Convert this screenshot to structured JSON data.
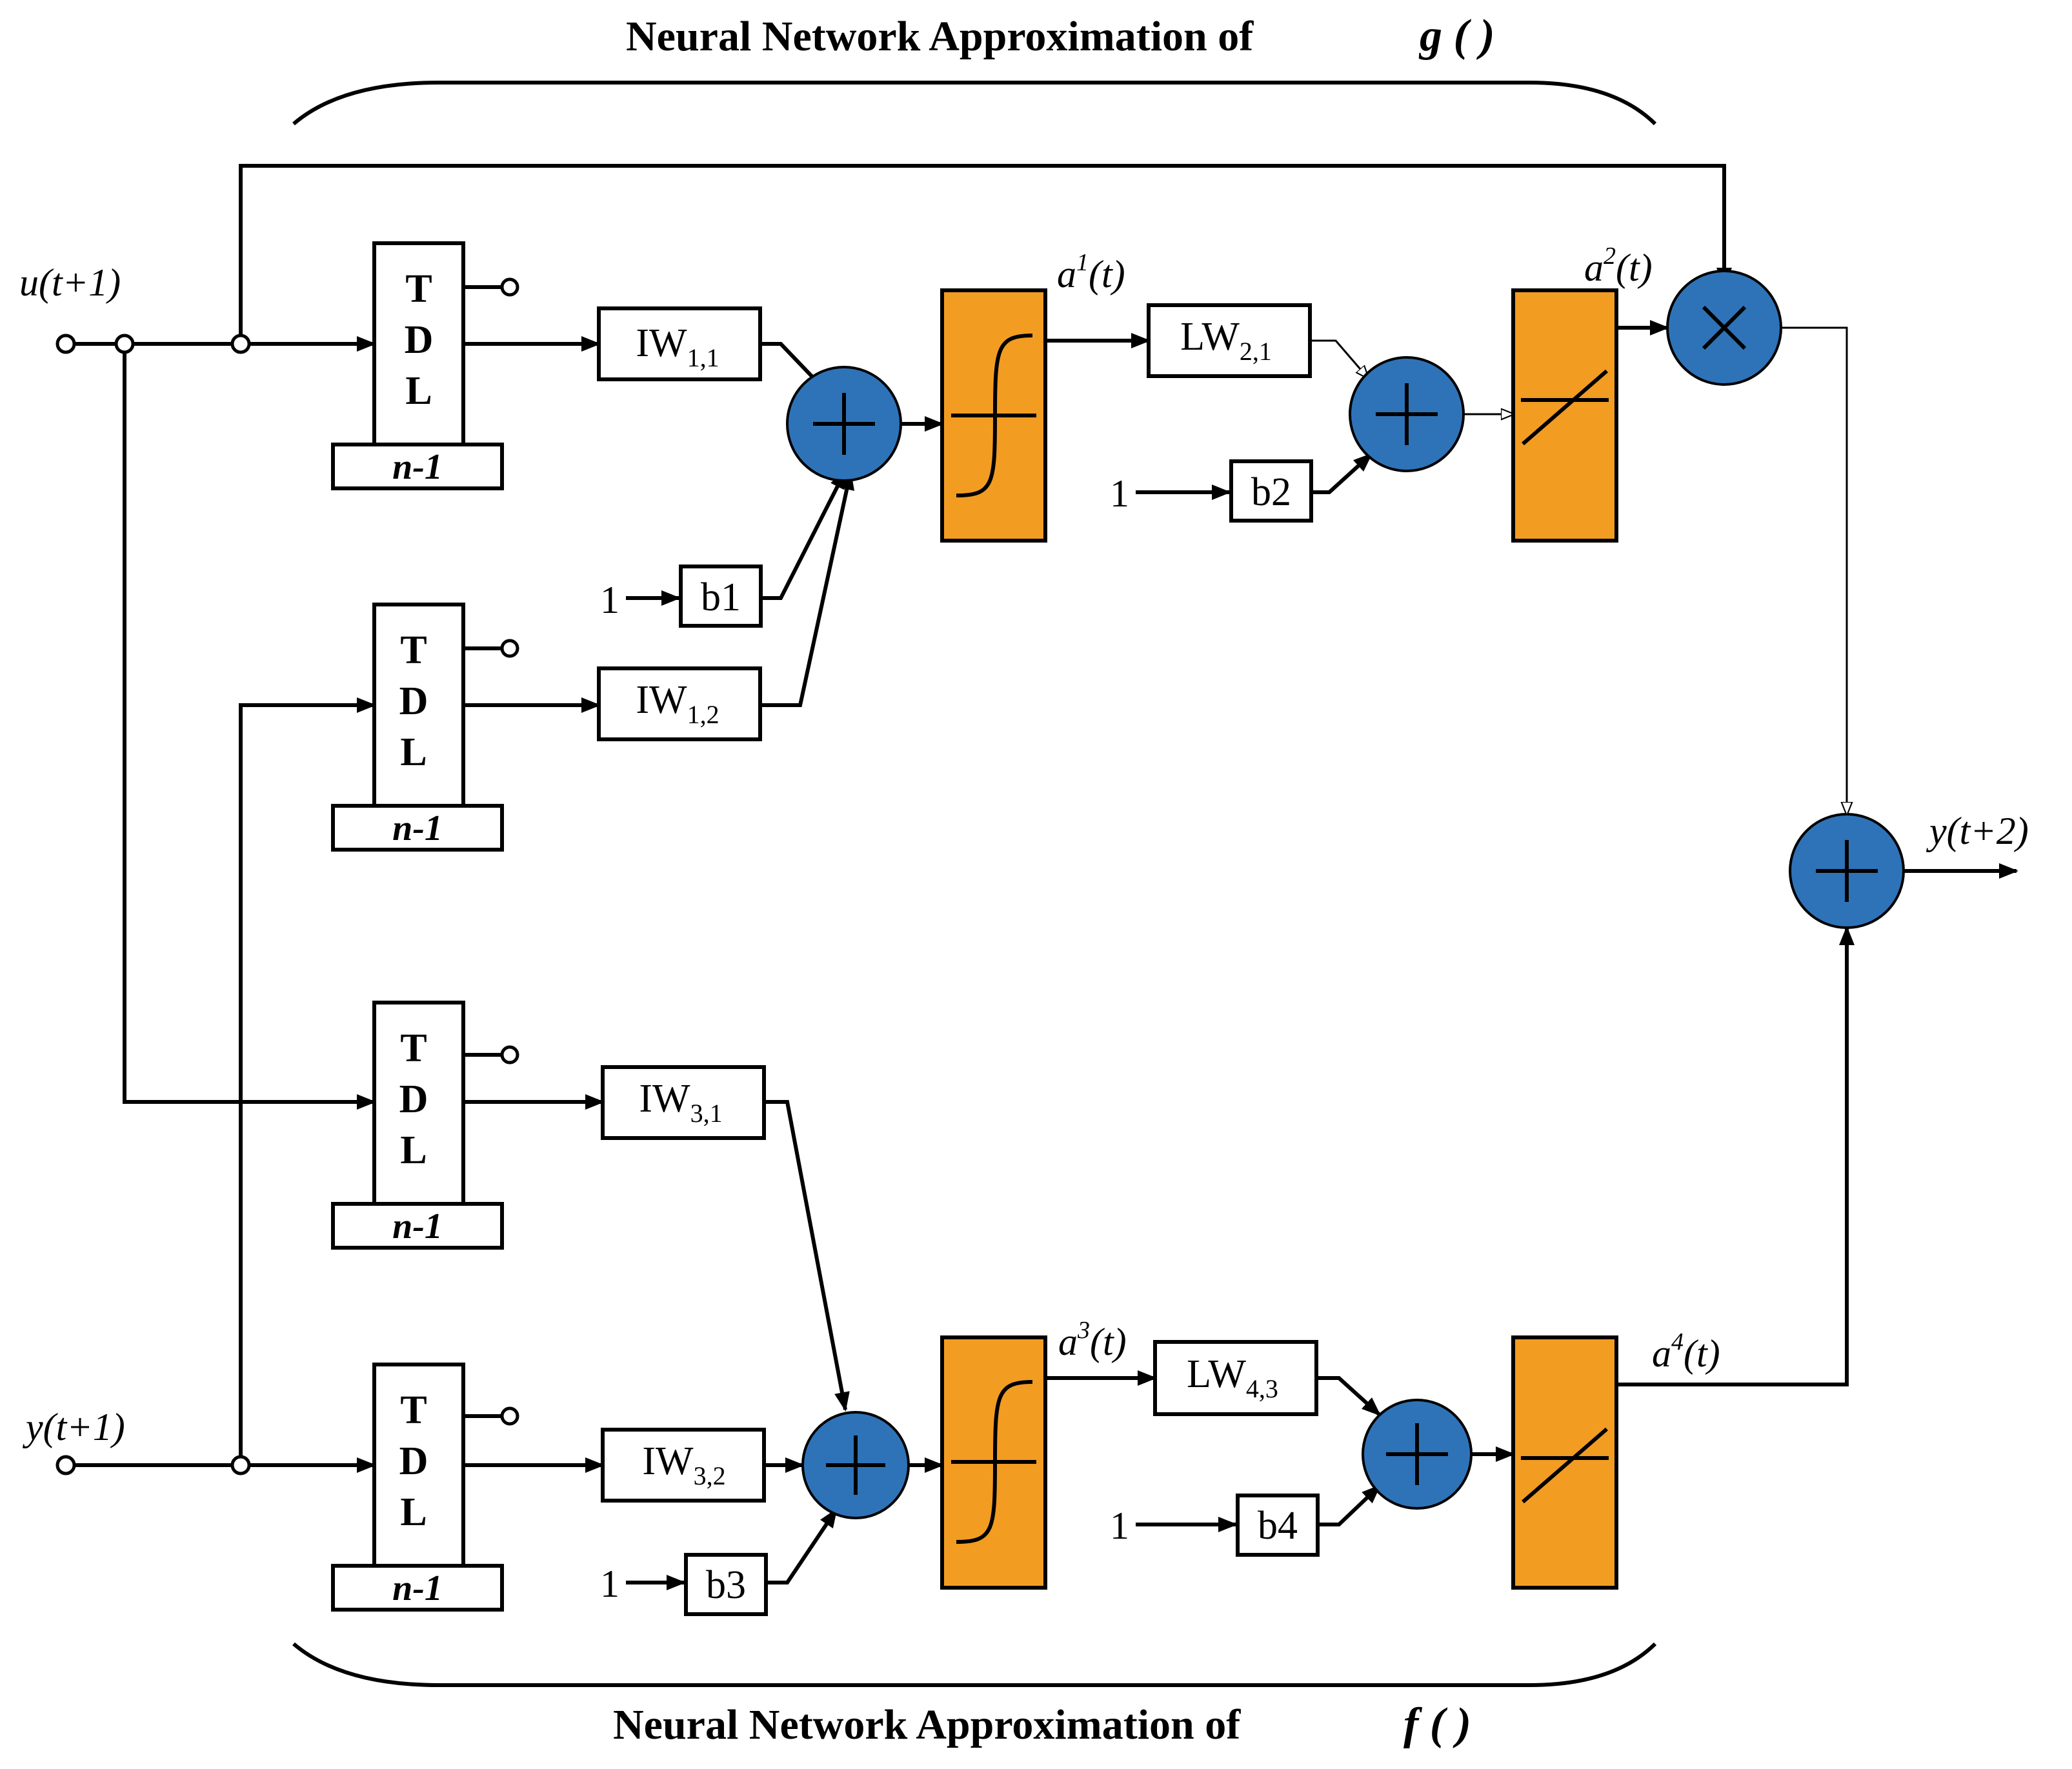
{
  "top_title": "Neural Network Approximation of",
  "top_title_func": "g ( )",
  "bottom_title": "Neural Network Approximation of",
  "bottom_title_func": "f ( )",
  "inputs": {
    "u": "u(t+1)",
    "y": "y(t+1)"
  },
  "output": "y(t+2)",
  "tdl": {
    "t": "T",
    "d": "D",
    "l": "L",
    "delay": "n-1"
  },
  "weights": {
    "iw11": {
      "main": "IW",
      "sub": "1,1"
    },
    "iw12": {
      "main": "IW",
      "sub": "1,2"
    },
    "lw21": {
      "main": "LW",
      "sub": "2,1"
    },
    "iw31": {
      "main": "IW",
      "sub": "3,1"
    },
    "iw32": {
      "main": "IW",
      "sub": "3,2"
    },
    "lw43": {
      "main": "LW",
      "sub": "4,3"
    }
  },
  "biases": {
    "b1": "b1",
    "b2": "b2",
    "b3": "b3",
    "b4": "b4"
  },
  "bias_input": "1",
  "signals": {
    "a1": {
      "base": "a",
      "sup": "1",
      "rest": "(t)"
    },
    "a2": {
      "base": "a",
      "sup": "2",
      "rest": "(t)"
    },
    "a3": {
      "base": "a",
      "sup": "3",
      "rest": "(t)"
    },
    "a4": {
      "base": "a",
      "sup": "4",
      "rest": "(t)"
    }
  },
  "colors": {
    "activation": "#f39c22",
    "operator": "#2e73b8"
  },
  "icons": {
    "sum": "plus-icon",
    "product": "times-icon",
    "sigmoid": "tansig-icon",
    "linear": "purelin-icon"
  }
}
